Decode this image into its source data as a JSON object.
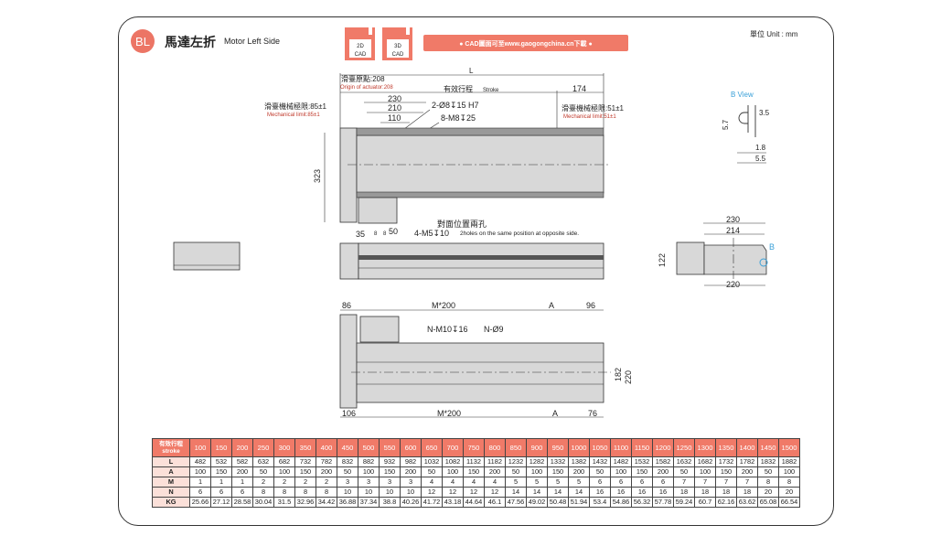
{
  "header": {
    "badge": "BL",
    "title_cn": "馬達左折",
    "title_en": "Motor Left Side",
    "cad2d": [
      "2D",
      "CAD"
    ],
    "cad3d": [
      "3D",
      "CAD"
    ],
    "download_banner": "● CAD圖面可至www.gaogongchina.cn下載 ●",
    "unit": "單位 Unit : mm",
    "accent_color": "#f07a68"
  },
  "top_view": {
    "L": "L",
    "origin_cn": "滑臺原點:208",
    "origin_en": "Origin of actuator:208",
    "stroke_cn": "有效行程",
    "stroke_en": "Stroke",
    "d174": "174",
    "d230": "230",
    "d210": "210",
    "d110": "110",
    "hole1": "2-Ø8↧15 H7",
    "hole2": "8-M8↧25",
    "limit_left_cn": "滑臺機械極限:85±1",
    "limit_left_en": "Mechanical limit:85±1",
    "limit_right_cn": "滑臺機械極限:51±1",
    "limit_right_en": "Mechanical limit:51±1",
    "d323": "323"
  },
  "side_view": {
    "d35": "35",
    "d8a": "8",
    "d8b": "8",
    "d50": "50",
    "hole": "4-M5↧10",
    "note_cn": "對面位置兩孔",
    "note_en": "2holes on the same position at opposite side."
  },
  "b_view": {
    "title": "B View",
    "d35": "3.5",
    "d57": "5.7",
    "d18": "1.8",
    "d55": "5.5"
  },
  "end_view": {
    "d230": "230",
    "d214": "214",
    "d220": "220",
    "d122": "122",
    "b": "B"
  },
  "bottom_view": {
    "d86": "86",
    "m200_top": "M*200",
    "a_top": "A",
    "d96": "96",
    "hole1": "N-M10↧16",
    "hole2": "N-Ø9",
    "d182": "182",
    "d220": "220",
    "d106": "106",
    "m200_bottom": "M*200",
    "a_bottom": "A",
    "d76": "76"
  },
  "table": {
    "header_label": [
      "有效行程",
      "stroke"
    ],
    "strokes": [
      "100",
      "150",
      "200",
      "250",
      "300",
      "350",
      "400",
      "450",
      "500",
      "550",
      "600",
      "650",
      "700",
      "750",
      "800",
      "850",
      "900",
      "950",
      "1000",
      "1050",
      "1100",
      "1150",
      "1200",
      "1250",
      "1300",
      "1350",
      "1400",
      "1450",
      "1500"
    ],
    "rows": [
      {
        "label": "L",
        "values": [
          "482",
          "532",
          "582",
          "632",
          "682",
          "732",
          "782",
          "832",
          "882",
          "932",
          "982",
          "1032",
          "1082",
          "1132",
          "1182",
          "1232",
          "1282",
          "1332",
          "1382",
          "1432",
          "1482",
          "1532",
          "1582",
          "1632",
          "1682",
          "1732",
          "1782",
          "1832",
          "1882"
        ]
      },
      {
        "label": "A",
        "values": [
          "100",
          "150",
          "200",
          "50",
          "100",
          "150",
          "200",
          "50",
          "100",
          "150",
          "200",
          "50",
          "100",
          "150",
          "200",
          "50",
          "100",
          "150",
          "200",
          "50",
          "100",
          "150",
          "200",
          "50",
          "100",
          "150",
          "200",
          "50",
          "100"
        ]
      },
      {
        "label": "M",
        "values": [
          "1",
          "1",
          "1",
          "2",
          "2",
          "2",
          "2",
          "3",
          "3",
          "3",
          "3",
          "4",
          "4",
          "4",
          "4",
          "5",
          "5",
          "5",
          "5",
          "6",
          "6",
          "6",
          "6",
          "7",
          "7",
          "7",
          "7",
          "8",
          "8"
        ]
      },
      {
        "label": "N",
        "values": [
          "6",
          "6",
          "6",
          "8",
          "8",
          "8",
          "8",
          "10",
          "10",
          "10",
          "10",
          "12",
          "12",
          "12",
          "12",
          "14",
          "14",
          "14",
          "14",
          "16",
          "16",
          "16",
          "16",
          "18",
          "18",
          "18",
          "18",
          "20",
          "20"
        ]
      },
      {
        "label": "KG",
        "values": [
          "25.66",
          "27.12",
          "28.58",
          "30.04",
          "31.5",
          "32.96",
          "34.42",
          "36.88",
          "37.34",
          "38.8",
          "40.26",
          "41.72",
          "43.18",
          "44.64",
          "46.1",
          "47.56",
          "49.02",
          "50.48",
          "51.94",
          "53.4",
          "54.86",
          "56.32",
          "57.78",
          "59.24",
          "60.7",
          "62.16",
          "63.62",
          "65.08",
          "66.54"
        ]
      }
    ]
  }
}
